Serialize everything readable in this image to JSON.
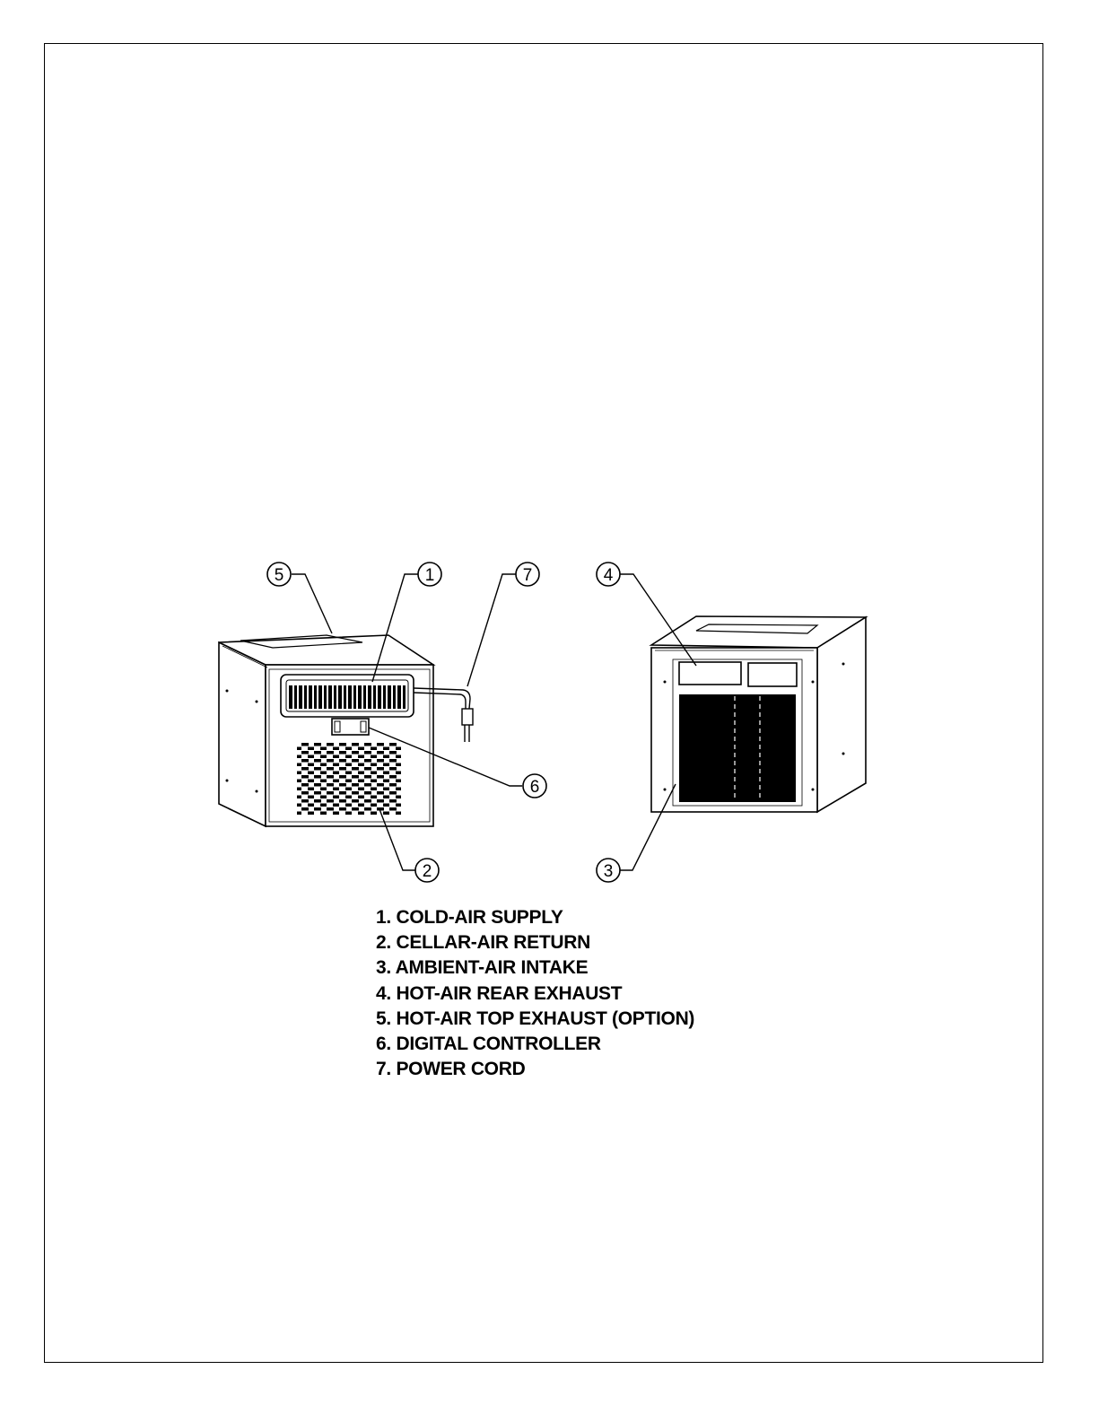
{
  "callouts": [
    {
      "number": "1"
    },
    {
      "number": "2"
    },
    {
      "number": "3"
    },
    {
      "number": "4"
    },
    {
      "number": "5"
    },
    {
      "number": "6"
    },
    {
      "number": "7"
    }
  ],
  "legend": [
    "1. COLD-AIR SUPPLY",
    "2. CELLAR-AIR RETURN",
    "3. AMBIENT-AIR INTAKE",
    "4. HOT-AIR REAR EXHAUST",
    "5. HOT-AIR TOP EXHAUST (OPTION)",
    "6. DIGITAL CONTROLLER",
    "7. POWER CORD"
  ]
}
